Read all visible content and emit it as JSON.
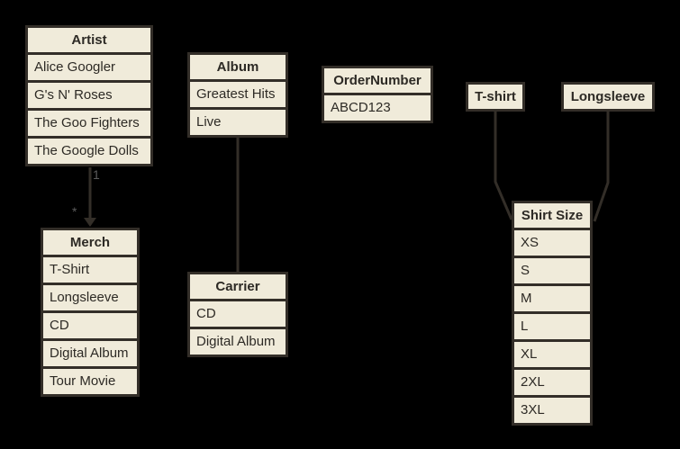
{
  "canvas": {
    "background": "#000000",
    "box_fill": "#f0ebda",
    "box_border": "#332e28",
    "text_color": "#2d2a25",
    "connector_color": "#332e28",
    "multiplicity_color": "#5c5c5c"
  },
  "tables": [
    {
      "id": "artist",
      "title": "Artist",
      "rows": [
        "Alice Googler",
        "G's N' Roses",
        "The Goo Fighters",
        "The Google Dolls"
      ]
    },
    {
      "id": "merch",
      "title": "Merch",
      "rows": [
        "T-Shirt",
        "Longsleeve",
        "CD",
        "Digital Album",
        "Tour Movie"
      ]
    },
    {
      "id": "album",
      "title": "Album",
      "rows": [
        "Greatest Hits",
        "Live"
      ]
    },
    {
      "id": "carrier",
      "title": "Carrier",
      "rows": [
        "CD",
        "Digital Album"
      ]
    },
    {
      "id": "ordernumber",
      "title": "OrderNumber",
      "rows": [
        "ABCD123"
      ]
    },
    {
      "id": "tshirt",
      "title": "T-shirt",
      "rows": []
    },
    {
      "id": "longsleeve",
      "title": "Longsleeve",
      "rows": []
    },
    {
      "id": "shirtsize",
      "title": "Shirt Size",
      "rows": [
        "XS",
        "S",
        "M",
        "L",
        "XL",
        "2XL",
        "3XL"
      ]
    }
  ],
  "connectors": [
    {
      "from": "Artist",
      "to": "Merch",
      "style": "arrow",
      "start_label": "1",
      "end_label": "*"
    },
    {
      "from": "Album",
      "to": "Carrier",
      "style": "line"
    },
    {
      "from": "T-shirt",
      "to": "Shirt Size",
      "style": "line"
    },
    {
      "from": "Longsleeve",
      "to": "Shirt Size",
      "style": "line"
    }
  ]
}
